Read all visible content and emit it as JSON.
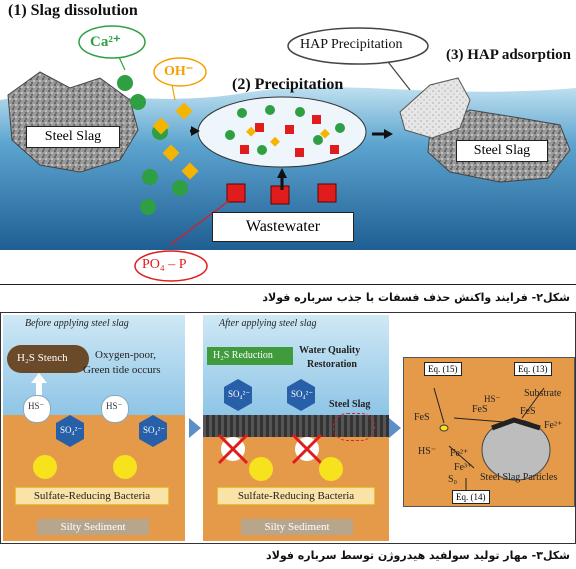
{
  "figure2": {
    "slag_dissolution": "(1) Slag dissolution",
    "ca_ion": "Ca²⁺",
    "oh_ion": "OH⁻",
    "precipitation": "(2) Precipitation",
    "hap_precipitation": "HAP Precipitation",
    "hap_adsorption": "(3) HAP adsorption",
    "steel_slag_left": "Steel Slag",
    "steel_slag_right": "Steel Slag",
    "wastewater": "Wastewater",
    "po4_p": "PO₄ – P",
    "caption": "شکل۲- فرایند واکنش حذف فسفات با جذب سرباره فولاد"
  },
  "figure3": {
    "before_title": "Before applying steel slag",
    "after_title": "After applying steel slag",
    "h2s_stench": "H₂S Stench",
    "oxygen_poor": "Oxygen-poor,",
    "green_tide": "Green tide occurs",
    "hs_label": "HS⁻",
    "so4_label": "SO₄²⁻",
    "srb_before": "Sulfate-Reducing Bacteria",
    "silty_before": "Silty Sediment",
    "h2s_reduction": "H₂S Reduction",
    "water_quality": "Water Quality",
    "restoration": "Restoration",
    "steel_slag_mid": "Steel Slag",
    "srb_after": "Sulfate-Reducing Bacteria",
    "silty_after": "Silty Sediment",
    "eq15": "Eq. (15)",
    "eq13": "Eq. (13)",
    "eq14": "Eq. (14)",
    "substrate": "Substrate",
    "fes": "FeS",
    "fe2": "Fe²⁺",
    "fe3": "Fe³⁺",
    "hs": "HS⁻",
    "s0": "S₀",
    "particles": "Steel Slag Particles",
    "caption": "شکل۳- مهار تولید سولفید هیدروژن توسط سرباره فولاد"
  },
  "colors": {
    "water_top": "#c9e3f2",
    "water_deep": "#2a6fa3",
    "sediment": "#e59a4a",
    "green": "#2ea043",
    "red": "#e01c1c",
    "diamond": "#f5b400"
  }
}
